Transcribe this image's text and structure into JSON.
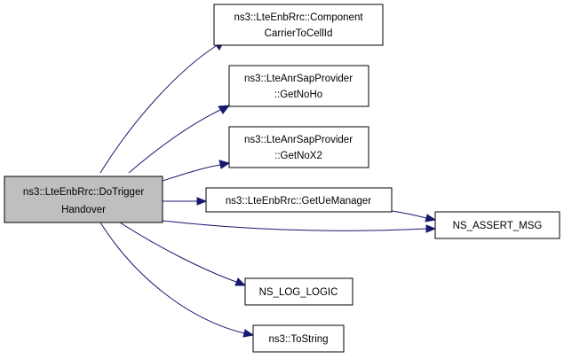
{
  "colors": {
    "focus_fill": "#bfbfbf",
    "node_fill": "#ffffff",
    "edge": "#191970",
    "border": "#000000"
  },
  "nodes": {
    "do_trigger_handover": {
      "lines": [
        "ns3::LteEnbRrc::DoTrigger",
        "Handover"
      ]
    },
    "component_carrier_to_cell_id": {
      "lines": [
        "ns3::LteEnbRrc::Component",
        "CarrierToCellId"
      ]
    },
    "get_no_ho": {
      "lines": [
        "ns3::LteAnrSapProvider",
        "::GetNoHo"
      ]
    },
    "get_no_x2": {
      "lines": [
        "ns3::LteAnrSapProvider",
        "::GetNoX2"
      ]
    },
    "get_ue_manager": {
      "lines": [
        "ns3::LteEnbRrc::GetUeManager"
      ]
    },
    "ns_assert_msg": {
      "lines": [
        "NS_ASSERT_MSG"
      ]
    },
    "ns_log_logic": {
      "lines": [
        "NS_LOG_LOGIC"
      ]
    },
    "to_string": {
      "lines": [
        "ns3::ToString"
      ]
    }
  }
}
